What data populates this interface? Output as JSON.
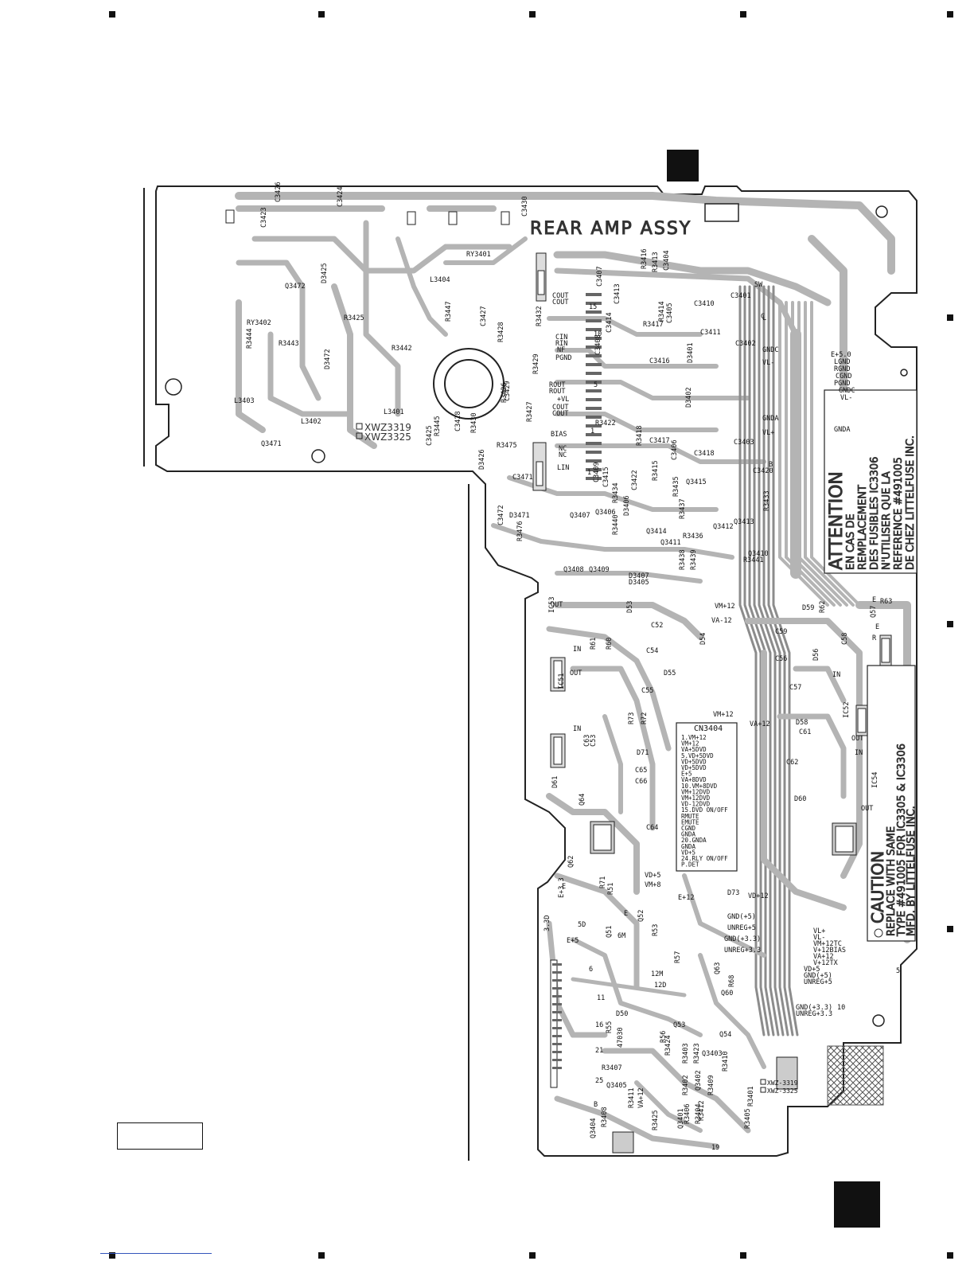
{
  "board": {
    "title": "REAR AMP ASSY",
    "colors": {
      "trace": "#b4b4b4",
      "trace_dark": "#8c8c8c",
      "text": "#111111",
      "outline": "#222222"
    }
  },
  "boxes": {
    "xwz_top_1": "XWZ3319",
    "xwz_top_2": "XWZ3325",
    "xwz_bottom_1": "XWZ-3319",
    "xwz_bottom_2": "XWZ-3325"
  },
  "attention": {
    "lines": [
      "ATTENTION",
      "EN CAS DE",
      "REMPLACEMENT",
      "DES FUSIBLES IC3306",
      "N'UTILISER QUE LA",
      "REFERENCE #491005",
      "DE CHEZ LITTELFUSE INC."
    ]
  },
  "caution": {
    "lines": [
      "CAUTION",
      "REPLACE WITH SAME",
      "TYPE #491005 FOR IC3305 & IC3306",
      "MFD. BY LITTELFUSE INC."
    ]
  },
  "cn3404": {
    "title": "CN3404",
    "pins": [
      "1.VM+12",
      "VM+12",
      "VA+5DVD",
      "5.VD+5DVD",
      "VD+5DVD",
      "VD+5DVD",
      "E+5",
      "VA+8DVD",
      "10.VM+8DVD",
      "VM+12DVD",
      "VM+12DVD",
      "VD-12DVD",
      "15.DVD ON/OFF",
      "RMUTE",
      "EMUTE",
      "CGND",
      "GNDA",
      "20.GNDA",
      "GNDA",
      "VD+5",
      "24.RLY ON/OFF",
      "P.DET"
    ]
  },
  "labels": [
    {
      "t": "C3426"
    },
    {
      "t": "C3424"
    },
    {
      "t": "C3423"
    },
    {
      "t": "C3430"
    },
    {
      "t": "RY3401"
    },
    {
      "t": "L3404"
    },
    {
      "t": "Q3472"
    },
    {
      "t": "D3425"
    },
    {
      "t": "RY3402"
    },
    {
      "t": "R3425"
    },
    {
      "t": "R3443"
    },
    {
      "t": "R3444"
    },
    {
      "t": "R3442"
    },
    {
      "t": "R3447"
    },
    {
      "t": "C3427"
    },
    {
      "t": "R3428"
    },
    {
      "t": "R3432"
    },
    {
      "t": "D3472"
    },
    {
      "t": "L3403"
    },
    {
      "t": "L3402"
    },
    {
      "t": "L3401"
    },
    {
      "t": "Q3471"
    },
    {
      "t": "R3429"
    },
    {
      "t": "R3426"
    },
    {
      "t": "C3428"
    },
    {
      "t": "R3430"
    },
    {
      "t": "R3445"
    },
    {
      "t": "C3425"
    },
    {
      "t": "C3429"
    },
    {
      "t": "R3427"
    },
    {
      "t": "R3475"
    },
    {
      "t": "D3426"
    },
    {
      "t": "C3471"
    },
    {
      "t": "D3471"
    },
    {
      "t": "C3472"
    },
    {
      "t": "R3476"
    },
    {
      "t": "COUT"
    },
    {
      "t": "COUT"
    },
    {
      "t": "SW"
    },
    {
      "t": "CIN"
    },
    {
      "t": "RIN"
    },
    {
      "t": "NF"
    },
    {
      "t": "PGND"
    },
    {
      "t": "ROUT"
    },
    {
      "t": "ROUT"
    },
    {
      "t": "+VL"
    },
    {
      "t": "COUT"
    },
    {
      "t": "COUT"
    },
    {
      "t": "BIAS"
    },
    {
      "t": "NC"
    },
    {
      "t": "NC"
    },
    {
      "t": "LIN"
    },
    {
      "t": "C3407"
    },
    {
      "t": "C3413"
    },
    {
      "t": "C3414"
    },
    {
      "t": "C3408"
    },
    {
      "t": "R3416"
    },
    {
      "t": "R3413"
    },
    {
      "t": "C3404"
    },
    {
      "t": "C3410"
    },
    {
      "t": "C3401"
    },
    {
      "t": "R3417"
    },
    {
      "t": "R3414"
    },
    {
      "t": "C3405"
    },
    {
      "t": "C3411"
    },
    {
      "t": "C3402"
    },
    {
      "t": "GNDC"
    },
    {
      "t": "VL-"
    },
    {
      "t": "C3416"
    },
    {
      "t": "D3401"
    },
    {
      "t": "R3422"
    },
    {
      "t": "D3402"
    },
    {
      "t": "GNDA"
    },
    {
      "t": "VL+"
    },
    {
      "t": "C3417"
    },
    {
      "t": "C3403"
    },
    {
      "t": "R3418"
    },
    {
      "t": "C3418"
    },
    {
      "t": "C3406"
    },
    {
      "t": "C3420"
    },
    {
      "t": "C3409"
    },
    {
      "t": "C3415"
    },
    {
      "t": "R3415"
    },
    {
      "t": "Q3415"
    },
    {
      "t": "C3422"
    },
    {
      "t": "R3434"
    },
    {
      "t": "R3435"
    },
    {
      "t": "Q3407"
    },
    {
      "t": "Q3406"
    },
    {
      "t": "D3406"
    },
    {
      "t": "R3440"
    },
    {
      "t": "Q3414"
    },
    {
      "t": "R3437"
    },
    {
      "t": "Q3412"
    },
    {
      "t": "Q3413"
    },
    {
      "t": "R3433"
    },
    {
      "t": "R3436"
    },
    {
      "t": "Q3411"
    },
    {
      "t": "Q3410"
    },
    {
      "t": "R3441"
    },
    {
      "t": "Q3408"
    },
    {
      "t": "Q3409"
    },
    {
      "t": "D3407"
    },
    {
      "t": "D3405"
    },
    {
      "t": "R3438"
    },
    {
      "t": "R3439"
    },
    {
      "t": "E+5.0"
    },
    {
      "t": "LGND"
    },
    {
      "t": "RGND"
    },
    {
      "t": "CGND"
    },
    {
      "t": "PGND"
    },
    {
      "t": "GNDC"
    },
    {
      "t": "VL-"
    },
    {
      "t": "GNDA"
    },
    {
      "t": "OUT"
    },
    {
      "t": "IC53"
    },
    {
      "t": "D53"
    },
    {
      "t": "C52"
    },
    {
      "t": "VM+12"
    },
    {
      "t": "VA-12"
    },
    {
      "t": "D59"
    },
    {
      "t": "R62"
    },
    {
      "t": "R63"
    },
    {
      "t": "Q57"
    },
    {
      "t": "IN"
    },
    {
      "t": "R61"
    },
    {
      "t": "R60"
    },
    {
      "t": "C54"
    },
    {
      "t": "D54"
    },
    {
      "t": "C59"
    },
    {
      "t": "C56"
    },
    {
      "t": "D56"
    },
    {
      "t": "C58"
    },
    {
      "t": "IN"
    },
    {
      "t": "OUT"
    },
    {
      "t": "IC51"
    },
    {
      "t": "D55"
    },
    {
      "t": "C55"
    },
    {
      "t": "C57"
    },
    {
      "t": "VM+12"
    },
    {
      "t": "VA+12"
    },
    {
      "t": "D58"
    },
    {
      "t": "C61"
    },
    {
      "t": "IC52"
    },
    {
      "t": "OUT"
    },
    {
      "t": "IN"
    },
    {
      "t": "IN"
    },
    {
      "t": "R73"
    },
    {
      "t": "R72"
    },
    {
      "t": "C63"
    },
    {
      "t": "C53"
    },
    {
      "t": "D71"
    },
    {
      "t": "C62"
    },
    {
      "t": "C65"
    },
    {
      "t": "C66"
    },
    {
      "t": "D60"
    },
    {
      "t": "IC54"
    },
    {
      "t": "OUT"
    },
    {
      "t": "D61"
    },
    {
      "t": "Q64"
    },
    {
      "t": "C64"
    },
    {
      "t": "Q62"
    },
    {
      "t": "VD+5"
    },
    {
      "t": "VM+8"
    },
    {
      "t": "E+3.3"
    },
    {
      "t": "R71"
    },
    {
      "t": "R51"
    },
    {
      "t": "E+12"
    },
    {
      "t": "D73"
    },
    {
      "t": "VD+12"
    },
    {
      "t": "GND(+5)"
    },
    {
      "t": "UNREG+5"
    },
    {
      "t": "GND(+3.3)"
    },
    {
      "t": "UNREG+3.3"
    },
    {
      "t": "VL+"
    },
    {
      "t": "VL-"
    },
    {
      "t": "VM+12TC"
    },
    {
      "t": "V+12BIAS"
    },
    {
      "t": "VA+12"
    },
    {
      "t": "V+12TX"
    },
    {
      "t": "VD+5"
    },
    {
      "t": "GND(+5)"
    },
    {
      "t": "UNREG+5"
    },
    {
      "t": "GND(+3.3)"
    },
    {
      "t": "UNREG+3.3"
    },
    {
      "t": "10"
    },
    {
      "t": "5"
    },
    {
      "t": "3.3D"
    },
    {
      "t": "5D"
    },
    {
      "t": "E+5"
    },
    {
      "t": "Q51"
    },
    {
      "t": "6M"
    },
    {
      "t": "Q52"
    },
    {
      "t": "R53"
    },
    {
      "t": "R57"
    },
    {
      "t": "Q63"
    },
    {
      "t": "12M"
    },
    {
      "t": "12D"
    },
    {
      "t": "Q60"
    },
    {
      "t": "R68"
    },
    {
      "t": "D50"
    },
    {
      "t": "Q53"
    },
    {
      "t": "Q54"
    },
    {
      "t": "R55"
    },
    {
      "t": "47030"
    },
    {
      "t": "R56"
    },
    {
      "t": "R3424"
    },
    {
      "t": "R3403"
    },
    {
      "t": "R3423"
    },
    {
      "t": "Q3403"
    },
    {
      "t": "R3410"
    },
    {
      "t": "R3407"
    },
    {
      "t": "Q3405"
    },
    {
      "t": "R3402"
    },
    {
      "t": "Q3402"
    },
    {
      "t": "R3409"
    },
    {
      "t": "R3411"
    },
    {
      "t": "VA+12"
    },
    {
      "t": "R3425"
    },
    {
      "t": "R3401"
    },
    {
      "t": "R3406"
    },
    {
      "t": "R3404"
    },
    {
      "t": "Q3401"
    },
    {
      "t": "R3412"
    },
    {
      "t": "R3405"
    },
    {
      "t": "R3408"
    },
    {
      "t": "Q3404"
    },
    {
      "t": "19"
    },
    {
      "t": "15"
    },
    {
      "t": "10"
    },
    {
      "t": "5"
    },
    {
      "t": "1"
    },
    {
      "t": "1"
    },
    {
      "t": "6"
    },
    {
      "t": "11"
    },
    {
      "t": "16"
    },
    {
      "t": "21"
    },
    {
      "t": "25"
    },
    {
      "t": "B"
    },
    {
      "t": "E"
    },
    {
      "t": "R"
    },
    {
      "t": "C"
    },
    {
      "t": "L"
    },
    {
      "t": "B"
    },
    {
      "t": "E"
    },
    {
      "t": "E"
    },
    {
      "t": "E"
    }
  ]
}
